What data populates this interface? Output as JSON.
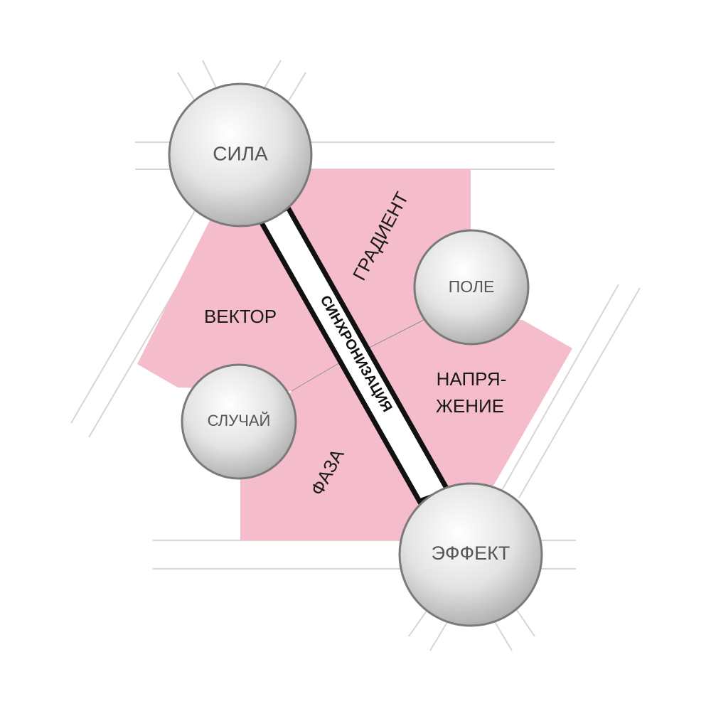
{
  "diagram": {
    "nodes": {
      "sila": "СИЛА",
      "pole": "ПОЛЕ",
      "sluchai": "СЛУЧАЙ",
      "effekt": "ЭФФЕКТ"
    },
    "regions": {
      "vektor": "ВЕКТОР",
      "gradient": "ГРАДИЕНТ",
      "napryazhenie_line1": "НАПРЯ-",
      "napryazhenie_line2": "ЖЕНИЕ",
      "faza": "ФАЗА"
    },
    "band_label": "СИНХРОНИЗАЦИЯ",
    "colors": {
      "region_fill": "#f5bccb",
      "node_fill": "#e6e6e6",
      "node_stroke": "#7a7a7a",
      "band_border": "#111111"
    }
  }
}
